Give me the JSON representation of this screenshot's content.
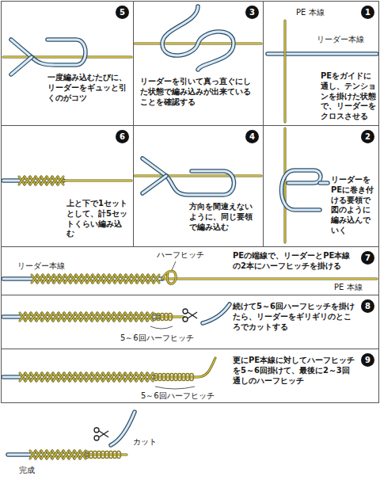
{
  "diagram": {
    "nodes": [
      {
        "text": [
          "1",
          "PEをガイドに通し、テンションを掛けた状態で、リーダーをクロスさせる"
        ]
      },
      {
        "text": [
          "2",
          "リーダーをPEに巻き付ける要領で図のように編み込んでいく"
        ]
      },
      {
        "text": [
          "3",
          "リーダーを引いて真っ直ぐにした状態で編み込みが出来ていることを確認する"
        ]
      },
      {
        "text": [
          "4",
          "方向を間違えないように、同じ要領で編み込む"
        ]
      },
      {
        "text": [
          "5",
          "一度編み込むたびに、リーダーをギュッと引くのがコツ"
        ]
      },
      {
        "text": [
          "6",
          "上と下で1セットとして、計5セットくらい編み込む"
        ]
      },
      {
        "text": [
          "7",
          "PEの端線で、リーダーとPE本線の2本にハーフヒッチを掛ける"
        ]
      },
      {
        "text": [
          "8",
          "続けて5～6回ハーフヒッチを掛けたら、リーダーをギリギリのところでカットする"
        ]
      },
      {
        "text": [
          "9",
          "更にPE本線に対してハーフヒッチを5～6回掛けて、最後に2～3回通しのハーフヒッチ"
        ]
      }
    ],
    "labels": [
      "PE 本線",
      "リーダー本線",
      "リーダー本線",
      "ハーフヒッチ",
      "PE 本線",
      "5～6回ハーフヒッチ",
      "5～6回ハーフヒッチ",
      "カット",
      "完成"
    ]
  }
}
